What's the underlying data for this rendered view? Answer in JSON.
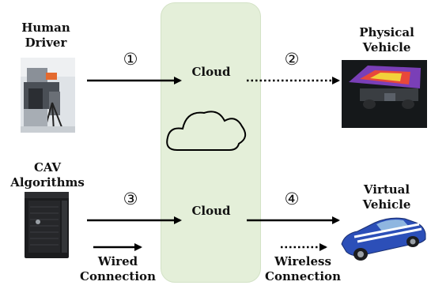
{
  "left": {
    "human_driver": "Human\nDriver",
    "cav_algorithms": "CAV\nAlgorithms"
  },
  "right": {
    "physical_vehicle": "Physical\nVehicle",
    "virtual_vehicle": "Virtual\nVehicle"
  },
  "center": {
    "cloud_top": "Cloud",
    "cloud_bottom": "Cloud"
  },
  "markers": [
    "①",
    "②",
    "③",
    "④"
  ],
  "legend": {
    "wired": "Wired\nConnection",
    "wireless": "Wireless\nConnection"
  },
  "colors": {
    "cloud_panel": "#e4efd9",
    "vehicle_body": "#2c4fb8",
    "board_purple": "#7a3fb7",
    "board_red": "#e8483a",
    "board_yellow": "#f2d23a"
  }
}
